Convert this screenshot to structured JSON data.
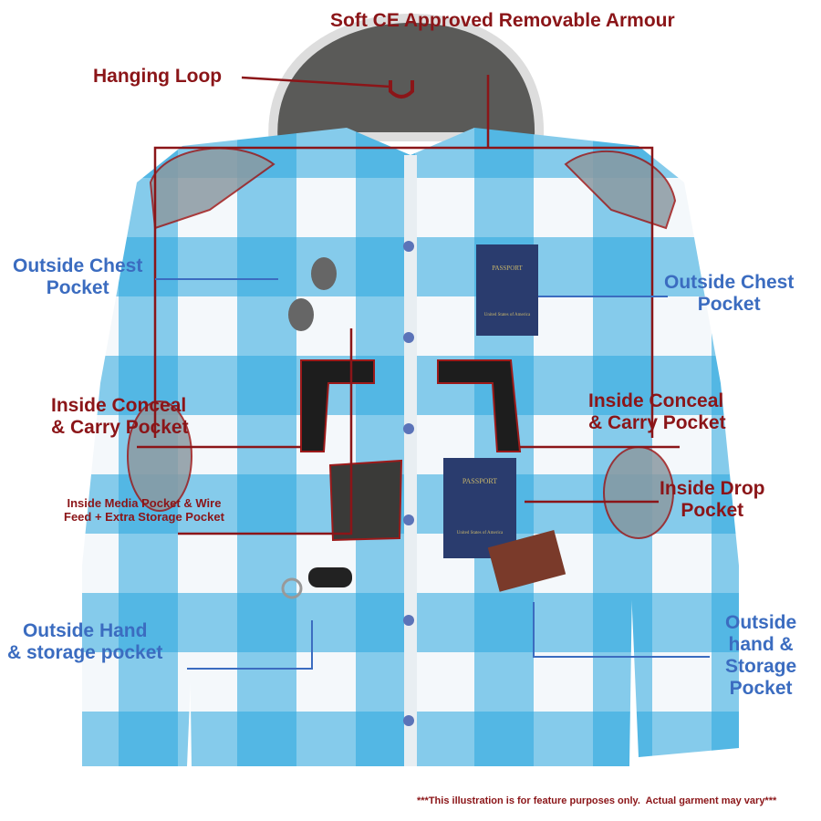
{
  "labels": {
    "armour": "Soft CE Approved Removable Armour",
    "hanging_loop": "Hanging Loop",
    "chest_left": [
      "Outside Chest",
      "Pocket"
    ],
    "chest_right": [
      "Outside Chest",
      "Pocket"
    ],
    "conceal_left": [
      "Inside Conceal",
      "& Carry Pocket"
    ],
    "conceal_right": [
      "Inside Conceal",
      "& Carry Pocket"
    ],
    "media": [
      "Inside Media Pocket & Wire",
      "Feed + Extra Storage Pocket"
    ],
    "drop": [
      "Inside Drop",
      "Pocket"
    ],
    "hand_left": [
      "Outside Hand",
      "& storage pocket"
    ],
    "hand_right": [
      "Outside",
      "hand &",
      "Storage",
      "Pocket"
    ]
  },
  "passport": {
    "title": "PASSPORT",
    "country": "United States of America"
  },
  "footer": "***This illustration is for feature purposes only.  Actual garment may vary***",
  "colors": {
    "label_red": "#8b1518",
    "label_blue": "#3b6cc0",
    "plaid_blue": "#2aa6de"
  }
}
